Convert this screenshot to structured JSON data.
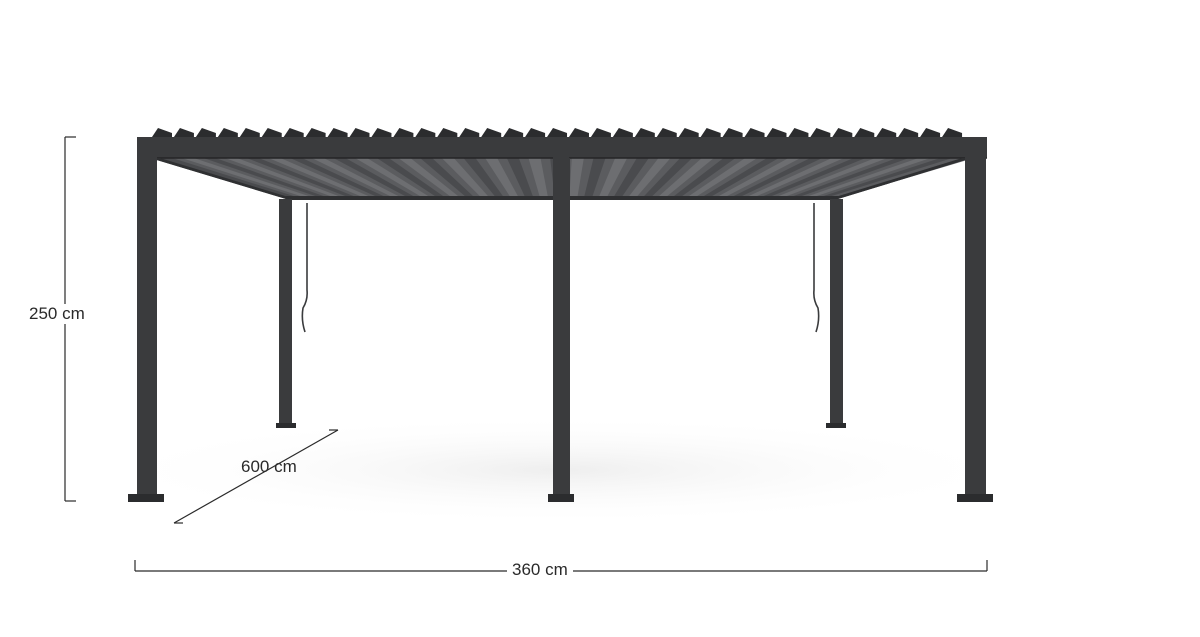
{
  "dimensions": {
    "height_label": "250 cm",
    "depth_label": "600 cm",
    "width_label": "360 cm"
  },
  "product": {
    "frame_color": "#3a3b3d",
    "frame_dark": "#2b2c2e",
    "slat_color": "#4a4b4e",
    "shadow_color": "#f3f3f3",
    "dimension_line_color": "#2a2a2a"
  }
}
